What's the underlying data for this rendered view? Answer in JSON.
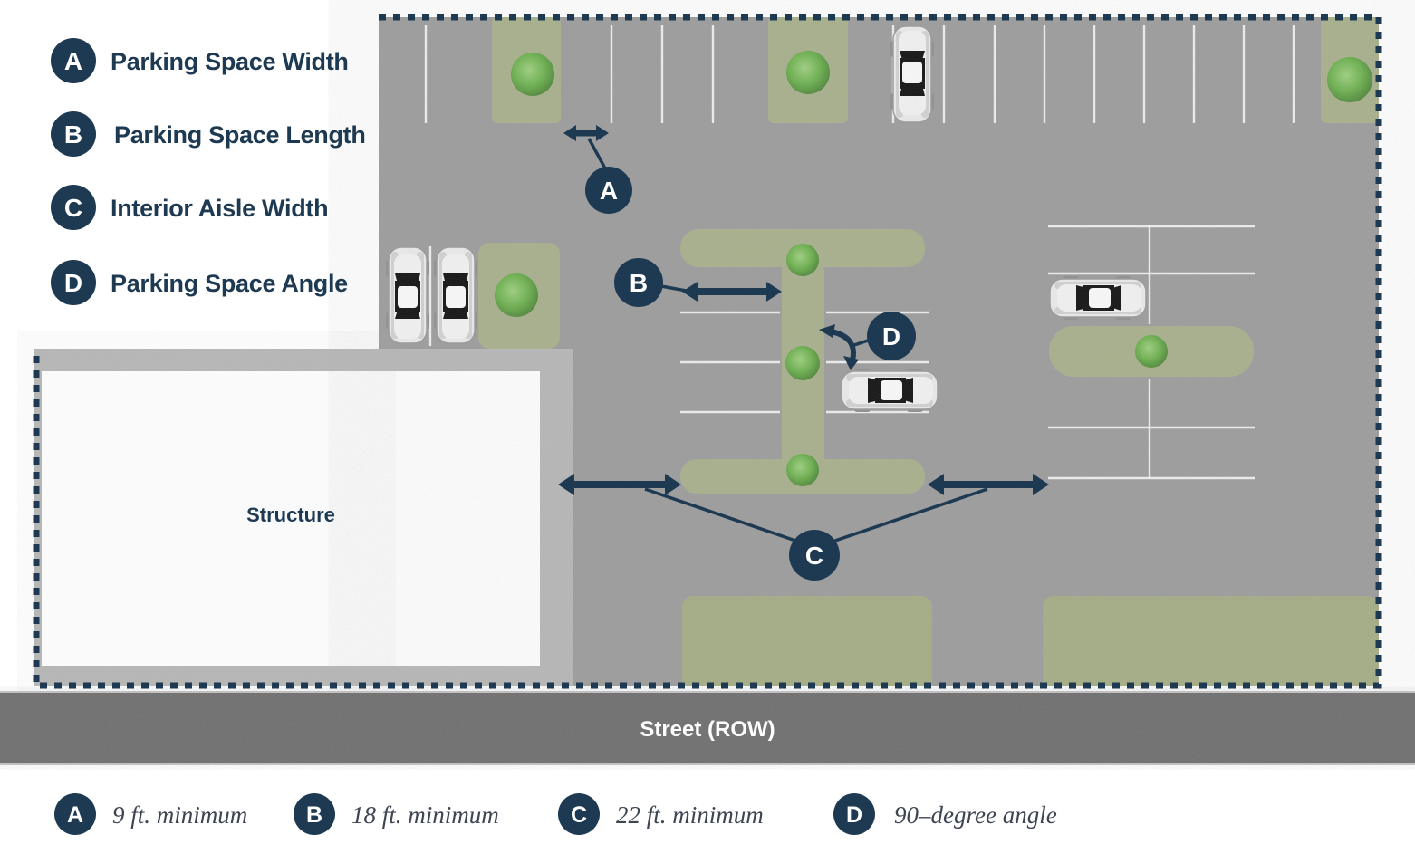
{
  "colors": {
    "navy": "#1d3a52",
    "lot_gray": "#9c9c9d",
    "street_gray": "#6d6d6e",
    "structure_band_gray": "#b7b7b7",
    "structure_fill": "#ffffff",
    "island_green": "#a8b08c",
    "tree_green": "#6cb14e",
    "stripe_white": "#fdfdfd"
  },
  "legend_top": {
    "items": [
      {
        "key": "A",
        "label": "Parking Space Width"
      },
      {
        "key": "B",
        "label": "Parking Space Length"
      },
      {
        "key": "C",
        "label": "Interior Aisle Width"
      },
      {
        "key": "D",
        "label": "Parking Space Angle"
      }
    ]
  },
  "legend_bottom": {
    "items": [
      {
        "key": "A",
        "value": "9 ft. minimum"
      },
      {
        "key": "B",
        "value": "18 ft. minimum"
      },
      {
        "key": "C",
        "value": "22 ft. minimum"
      },
      {
        "key": "D",
        "value": "90–degree angle"
      }
    ]
  },
  "diagram": {
    "structure_label": "Structure",
    "street_label": "Street (ROW)",
    "callouts": [
      {
        "key": "A"
      },
      {
        "key": "B"
      },
      {
        "key": "C"
      },
      {
        "key": "D"
      }
    ]
  }
}
